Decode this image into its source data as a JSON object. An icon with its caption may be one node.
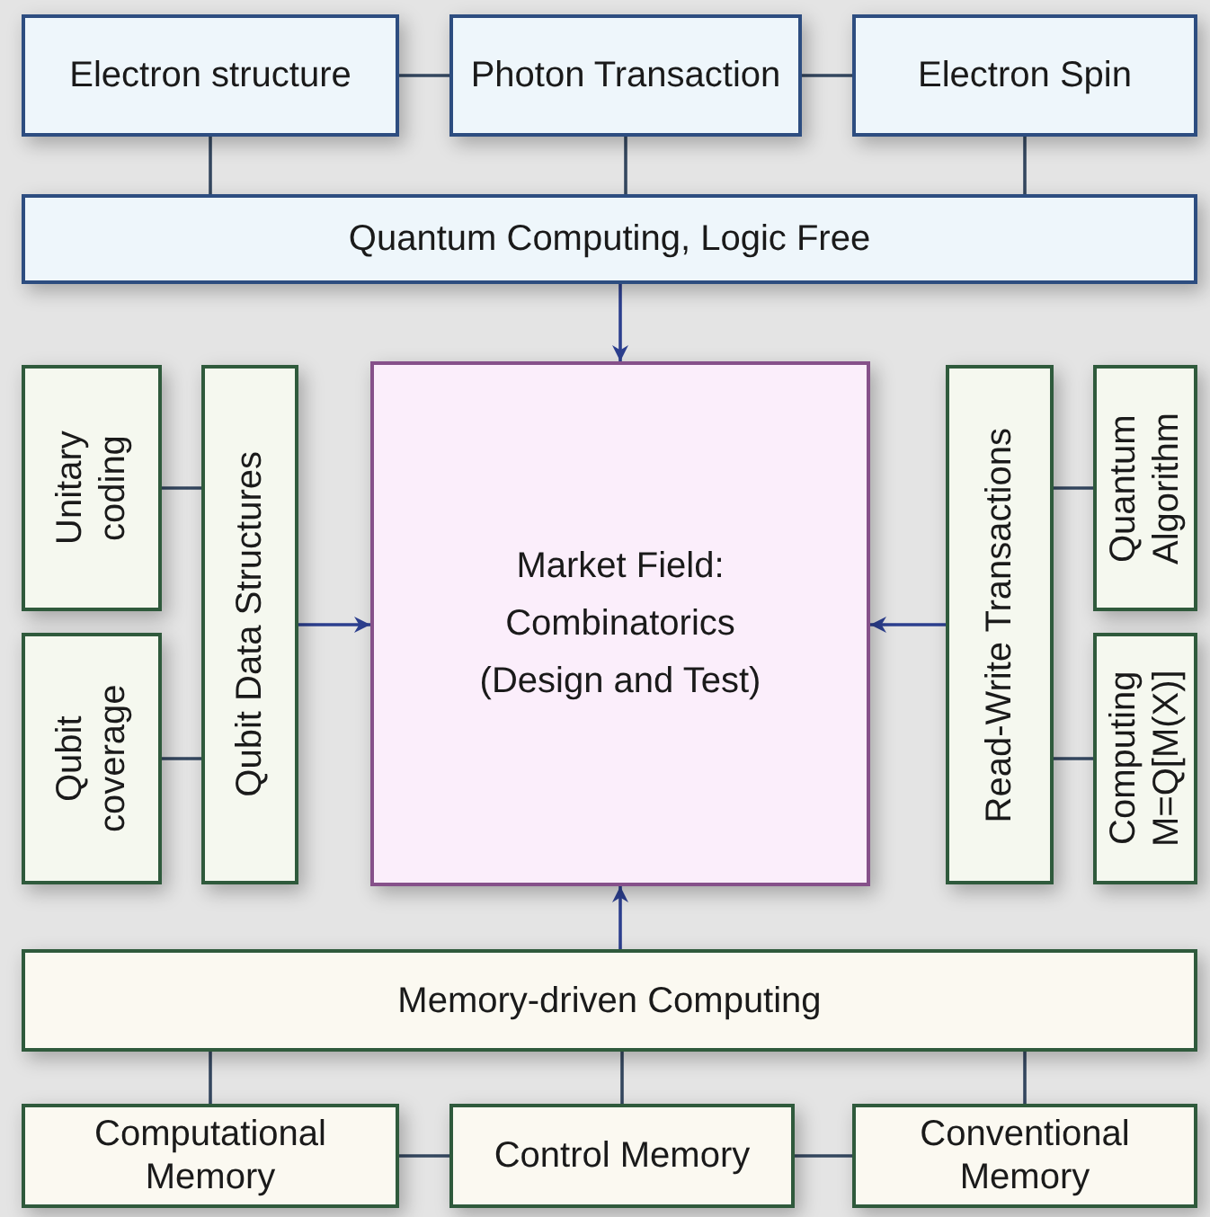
{
  "diagram": {
    "nodes": [
      {
        "text": [
          "Electron structure"
        ]
      },
      {
        "text": [
          "Photon Transaction"
        ]
      },
      {
        "text": [
          "Electron Spin"
        ]
      },
      {
        "text": [
          "Quantum Computing, Logic Free"
        ]
      },
      {
        "text": [
          "Unitary coding"
        ]
      },
      {
        "text": [
          "Qubit coverage"
        ]
      },
      {
        "text": [
          "Qubit Data Structures"
        ]
      },
      {
        "text": [
          "Market Field: Combinatorics (Design and Test)"
        ]
      },
      {
        "text": [
          "Read-Write Transactions"
        ]
      },
      {
        "text": [
          "Quantum Algorithm"
        ]
      },
      {
        "text": [
          "Computing M=Q[M(X)]"
        ]
      },
      {
        "text": [
          "Memory-driven Computing"
        ]
      },
      {
        "text": [
          "Computational Memory"
        ]
      },
      {
        "text": [
          "Control Memory"
        ]
      },
      {
        "text": [
          "Conventional Memory"
        ]
      }
    ],
    "edges": [
      {
        "from": 0,
        "to": 1,
        "arrow": "none"
      },
      {
        "from": 1,
        "to": 2,
        "arrow": "none"
      },
      {
        "from": 0,
        "to": 3,
        "arrow": "none"
      },
      {
        "from": 1,
        "to": 3,
        "arrow": "none"
      },
      {
        "from": 2,
        "to": 3,
        "arrow": "none"
      },
      {
        "from": 3,
        "to": 7,
        "arrow": "to"
      },
      {
        "from": 4,
        "to": 6,
        "arrow": "none"
      },
      {
        "from": 5,
        "to": 6,
        "arrow": "none"
      },
      {
        "from": 6,
        "to": 7,
        "arrow": "to"
      },
      {
        "from": 9,
        "to": 8,
        "arrow": "none"
      },
      {
        "from": 10,
        "to": 8,
        "arrow": "none"
      },
      {
        "from": 8,
        "to": 7,
        "arrow": "to"
      },
      {
        "from": 11,
        "to": 7,
        "arrow": "to"
      },
      {
        "from": 12,
        "to": 11,
        "arrow": "none"
      },
      {
        "from": 13,
        "to": 11,
        "arrow": "none"
      },
      {
        "from": 14,
        "to": 11,
        "arrow": "none"
      },
      {
        "from": 12,
        "to": 13,
        "arrow": "none"
      },
      {
        "from": 13,
        "to": 14,
        "arrow": "none"
      }
    ]
  }
}
